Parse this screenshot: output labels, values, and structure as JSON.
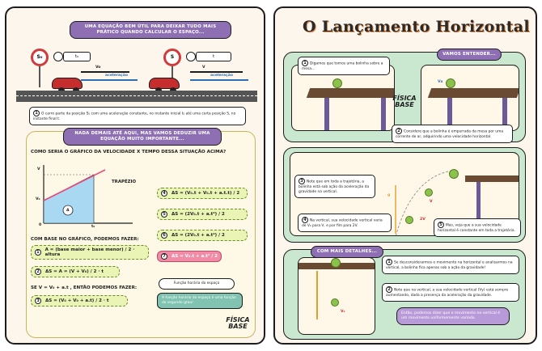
{
  "left": {
    "banner1": "UMA EQUAÇÃO BEM ÚTIL PARA DEIXAR TUDO MAIS PRÁTICO QUANDO CALCULAR O ESPAÇO...",
    "road": {
      "sign1": "S₀",
      "time1": "t₀",
      "sign2": "S",
      "time2": "t",
      "v0": "Vo",
      "v": "V",
      "accel": "aceleração"
    },
    "step1": "O carro parte da posição S₀ com uma aceleração constante, no instante inicial t₀ até uma certa posição S, no instante final t.",
    "banner2": "NADA DEMAIS ATÉ AQUI, MAS VAMOS DEDUZIR UMA EQUAÇÃO MUITO IMPORTANTE...",
    "question": "COMO SERIA O GRÁFICO DA VELOCIDADE X TEMPO DESSA SITUAÇÃO ACIMA?",
    "graph": {
      "v": "V",
      "v0": "V₀",
      "zero": "0",
      "t0": "t₀",
      "area": "A",
      "trap": "TRAPÉZIO"
    },
    "base_text": "COM BASE NO GRÁFICO, PODEMOS FAZER:",
    "f1": "A = (base maior + base menor) / 2 · altura",
    "f2": "ΔS = A = (V + V₀) / 2 · t",
    "condition": "SE V = V₀ + a.t , ENTÃO PODEMOS FAZER:",
    "f3": "ΔS = (V₀ + V₀ + a.t) / 2 · t",
    "f4": "ΔS = (V₀.t + V₀.t + a.t.t) / 2",
    "f5": "ΔS = (2V₀.t + a.t²) / 2",
    "f6": "ΔS = (2V₀.t + a.t²) / 2",
    "f7": "ΔS = V₀.t + a.t² / 2",
    "hour_func": "Função horária do espaço",
    "teal": "A função horária do espaço é uma função do segundo grau!",
    "logo": "FÍSICA BASE"
  },
  "right": {
    "title": "O Lançamento Horizontal",
    "tag1": "VAMOS ENTENDER...",
    "step1": "Digamos que tomos uma bolinha sobre a mesa...",
    "step2": "Considere que a bolinha é empurrada da mesa por uma corrente de ar, adquirindo uma velocidade horizontal.",
    "step3": "Note que em toda a trajetória, a bolinha está sob ação da aceleração da gravidade na vertical.",
    "step4": "Na vertical, sua velocidade vertical varia de V₀ para V, e por fim para 2V.",
    "step5": "Mas, veja que a sua velocidade horizontal é constante em toda a trajetória.",
    "tag2": "COM MAIS DETALHES...",
    "step6": "Se desconsiderarmos o movimento na horizontal e analisarmos na vertical, a bolinha fica apenas sob a ação da gravidade!",
    "step7": "Note que na vertical, a sua velocidade vertical (Vy) está sempre aumentando, dada a presença da aceleração da gravidade.",
    "purple": "Então, podemos dizer que o movimento na vertical é um movimento uniformemente variado.",
    "logo": "FÍSICA BASE",
    "lbl_vx": "Vx",
    "lbl_v": "V",
    "lbl_g": "g",
    "lbl_v1": "V₁",
    "lbl_2v": "2V"
  }
}
